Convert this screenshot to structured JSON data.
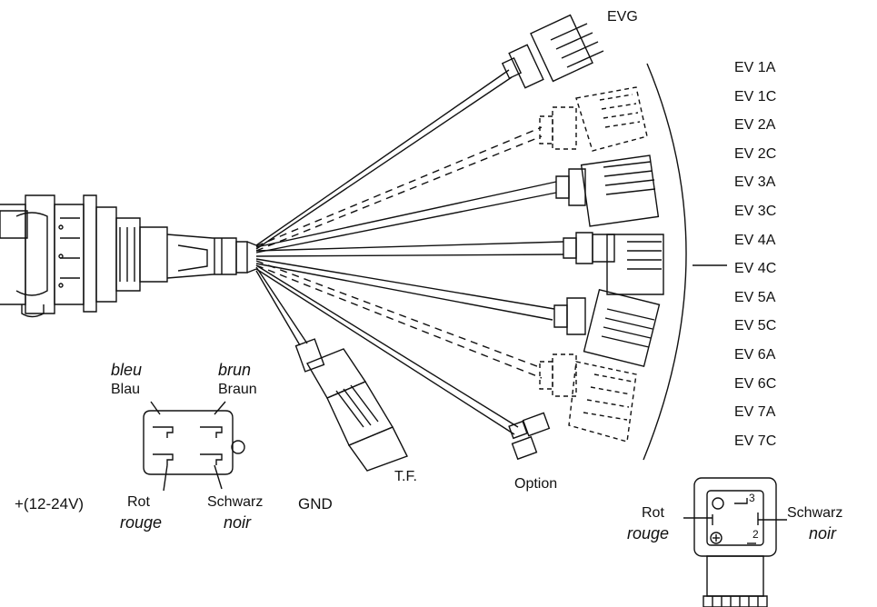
{
  "labels": {
    "evg": "EVG",
    "tf": "T.F.",
    "option": "Option",
    "supply": "+(12-24V)",
    "gnd": "GND",
    "bleu": "bleu",
    "blau": "Blau",
    "brun": "brun",
    "braun": "Braun",
    "rot_left": "Rot",
    "rouge_left": "rouge",
    "schwarz_left": "Schwarz",
    "noir_left": "noir",
    "rot_right": "Rot",
    "rouge_right": "rouge",
    "schwarz_right": "Schwarz",
    "noir_right": "noir"
  },
  "ev_list": [
    "EV 1A",
    "EV 1C",
    "EV 2A",
    "EV 2C",
    "EV 3A",
    "EV 3C",
    "EV 4A",
    "EV 4C",
    "EV 5A",
    "EV 5C",
    "EV 6A",
    "EV 6C",
    "EV 7A",
    "EV 7C"
  ],
  "pin_numbers": [
    "3",
    "2"
  ],
  "colors": {
    "line": "#111111",
    "background": "#ffffff"
  }
}
